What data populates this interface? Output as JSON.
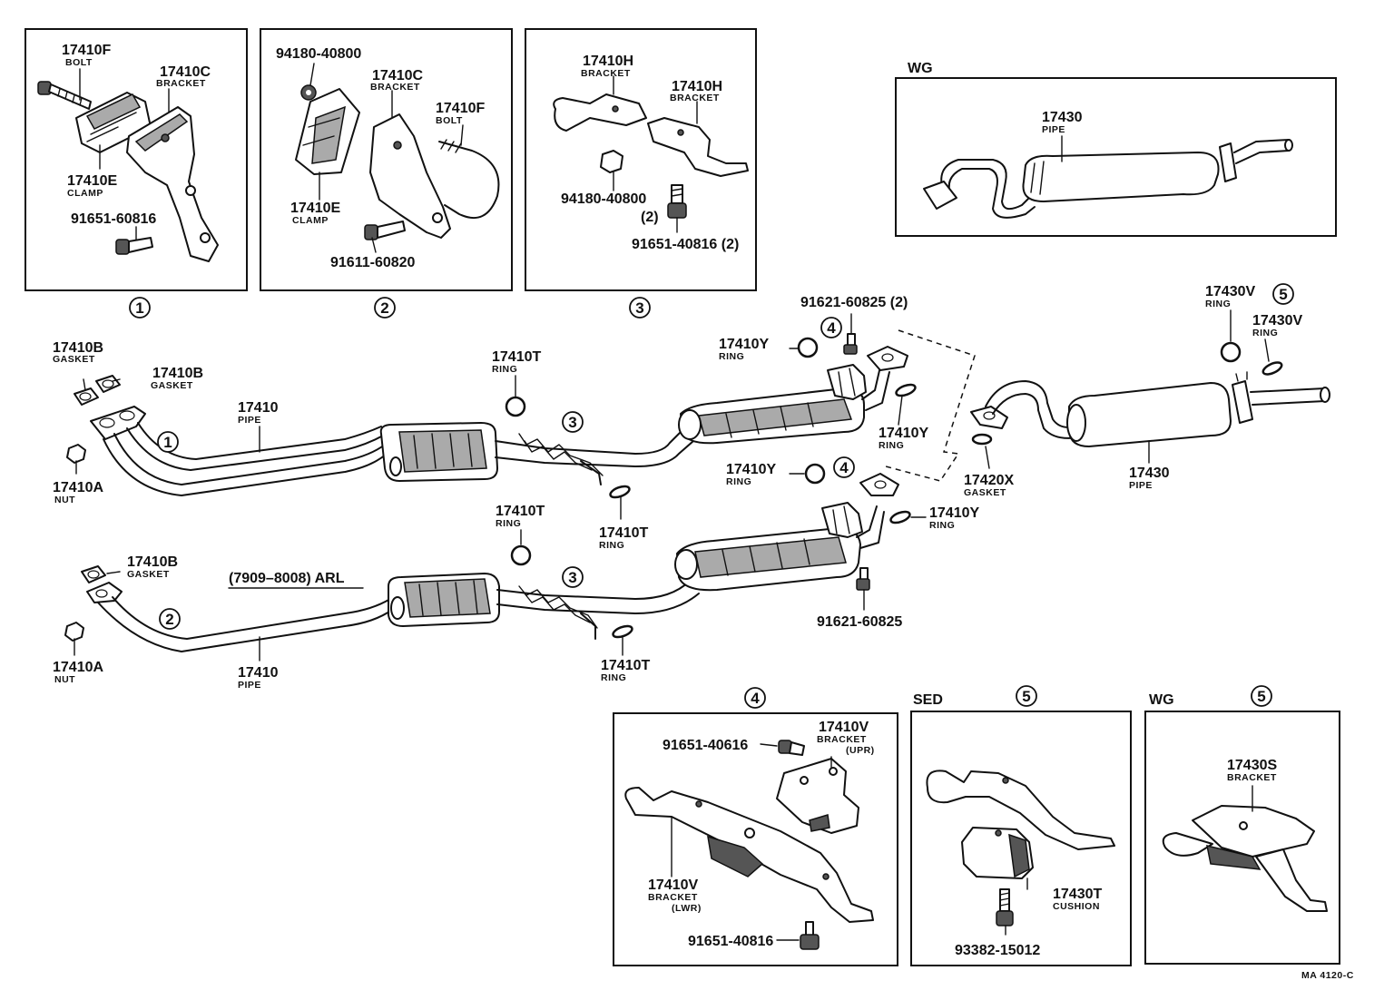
{
  "groups": {
    "g1": "1",
    "g2": "2",
    "g3": "3",
    "g4": "4",
    "g5": "5"
  },
  "box1": {
    "bolt": {
      "num": "17410F",
      "sub": "BOLT"
    },
    "bracket": {
      "num": "17410C",
      "sub": "BRACKET"
    },
    "clamp": {
      "num": "17410E",
      "sub": "CLAMP"
    },
    "bolt2": {
      "num": "91651-60816"
    }
  },
  "box2": {
    "nut": {
      "num": "94180-40800"
    },
    "bracket": {
      "num": "17410C",
      "sub": "BRACKET"
    },
    "bolt": {
      "num": "17410F",
      "sub": "BOLT"
    },
    "clamp": {
      "num": "17410E",
      "sub": "CLAMP"
    },
    "bolt2": {
      "num": "91611-60820"
    }
  },
  "box3": {
    "bracket1": {
      "num": "17410H",
      "sub": "BRACKET"
    },
    "bracket2": {
      "num": "17410H",
      "sub": "BRACKET"
    },
    "nut": {
      "num": "94180-40800",
      "qty": "(2)"
    },
    "bolt": {
      "num": "91651-40816 (2)"
    }
  },
  "wg_top": {
    "label": "WG",
    "pipe": {
      "num": "17430",
      "sub": "PIPE"
    }
  },
  "main": {
    "gasket_a": {
      "num": "17410B",
      "sub": "GASKET"
    },
    "gasket_b": {
      "num": "17410B",
      "sub": "GASKET"
    },
    "pipe_upper": {
      "num": "17410",
      "sub": "PIPE"
    },
    "nut_upper": {
      "num": "17410A",
      "sub": "NUT"
    },
    "ring_t1": {
      "num": "17410T",
      "sub": "RING"
    },
    "ring_t2": {
      "num": "17410T",
      "sub": "RING"
    },
    "ring_y1": {
      "num": "17410Y",
      "sub": "RING"
    },
    "bolt_y": {
      "num": "91621-60825 (2)"
    },
    "ring_y2": {
      "num": "17410Y",
      "sub": "RING"
    },
    "ring_y3": {
      "num": "17410Y",
      "sub": "RING"
    },
    "ring_y4": {
      "num": "17410Y",
      "sub": "RING"
    },
    "gasket_x": {
      "num": "17420X",
      "sub": "GASKET"
    },
    "ring_v1": {
      "num": "17430V",
      "sub": "RING"
    },
    "ring_v2": {
      "num": "17430V",
      "sub": "RING"
    },
    "tail_pipe": {
      "num": "17430",
      "sub": "PIPE"
    },
    "gasket_c": {
      "num": "17410B",
      "sub": "GASKET"
    },
    "arl": "(7909–8008) ARL",
    "nut_lower": {
      "num": "17410A",
      "sub": "NUT"
    },
    "pipe_lower": {
      "num": "17410",
      "sub": "PIPE"
    },
    "ring_t3": {
      "num": "17410T",
      "sub": "RING"
    },
    "ring_t4": {
      "num": "17410T",
      "sub": "RING"
    },
    "bolt_lower": {
      "num": "91621-60825"
    }
  },
  "box4": {
    "bolt": {
      "num": "91651-40616"
    },
    "bracket_upr": {
      "num": "17410V",
      "sub": "BRACKET",
      "sub2": "(UPR)"
    },
    "bracket_lwr": {
      "num": "17410V",
      "sub": "BRACKET",
      "sub2": "(LWR)"
    },
    "bolt2": {
      "num": "91651-40816"
    }
  },
  "box5_sed": {
    "label": "SED",
    "cushion": {
      "num": "17430T",
      "sub": "CUSHION"
    },
    "bolt": {
      "num": "93382-15012"
    }
  },
  "box5_wg": {
    "label": "WG",
    "bracket": {
      "num": "17430S",
      "sub": "BRACKET"
    }
  },
  "footer": "MA  4120-C"
}
